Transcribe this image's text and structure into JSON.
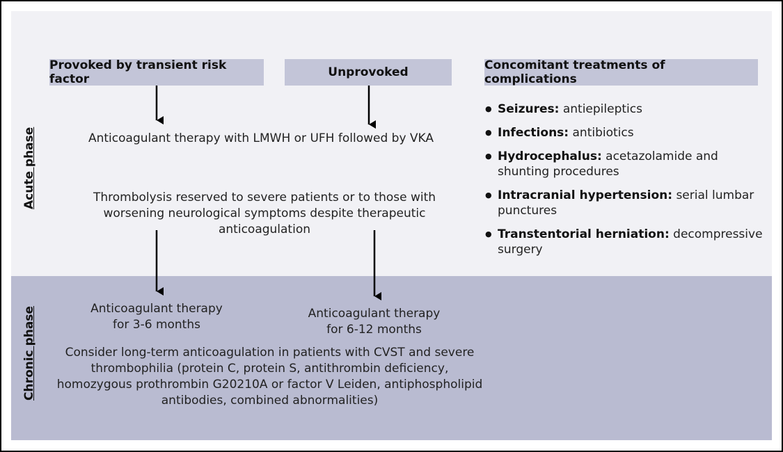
{
  "headers": {
    "provoked": "Provoked by transient risk factor",
    "unprovoked": "Unprovoked",
    "concomitant": "Concomitant treatments of complications"
  },
  "phases": {
    "acute": "Acute phase",
    "chronic": "Chronic phase"
  },
  "acute": {
    "anticoagulant": "Anticoagulant therapy with LMWH or UFH followed by VKA",
    "thrombolysis": "Thrombolysis reserved to severe patients or to those with worsening neurological symptoms despite therapeutic anticoagulation"
  },
  "chronic": {
    "provoked_therapy": "Anticoagulant therapy for 3-6 months",
    "unprovoked_therapy": "Anticoagulant therapy for 6-12 months",
    "long_term": "Consider long-term anticoagulation in patients with CVST and severe thrombophilia (protein C, protein S, antithrombin deficiency, homozygous prothrombin G20210A or factor V Leiden, antiphospholipid antibodies, combined abnormalities)"
  },
  "complications": [
    {
      "term": "Seizures:",
      "treatment": " antiepileptics"
    },
    {
      "term": "Infections:",
      "treatment": " antibiotics"
    },
    {
      "term": "Hydrocephalus:",
      "treatment": " acetazolamide and shunting procedures"
    },
    {
      "term": "Intracranial hypertension:",
      "treatment": " serial lumbar punctures"
    },
    {
      "term": "Transtentorial herniation:",
      "treatment": " decompressive surgery"
    }
  ],
  "colors": {
    "acute_bg": "#f1f1f5",
    "chronic_bg": "#b9bbd1",
    "header_bg": "#c3c5d8"
  }
}
